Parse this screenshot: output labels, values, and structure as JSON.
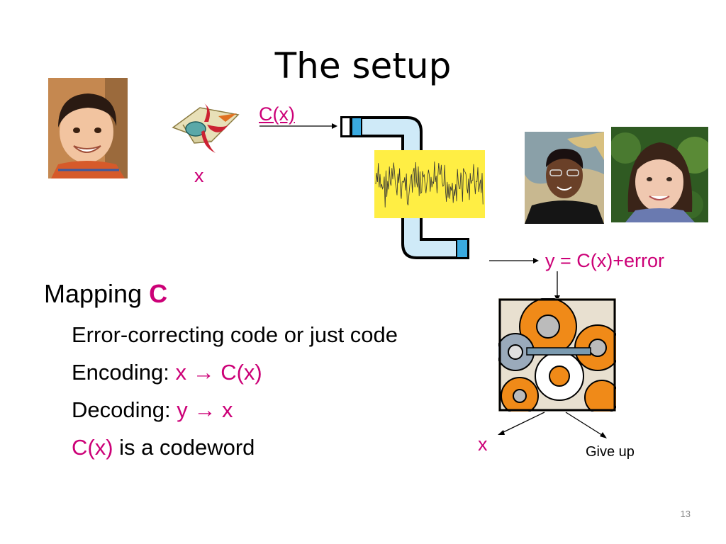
{
  "slide": {
    "title": "The setup",
    "page_number": "13"
  },
  "diagram": {
    "message_label": "x",
    "codeword_label": "C(x)",
    "received_label": "y = C(x)+error",
    "decode_output_label": "x",
    "give_up_label": "Give up"
  },
  "bullets": {
    "main_prefix": "Mapping ",
    "main_emph": "C",
    "items": [
      {
        "text": "Error-correcting code or just code",
        "emph": ""
      },
      {
        "prefix": "Encoding: ",
        "emph": "x → C(x)"
      },
      {
        "prefix": "Decoding: ",
        "emph": "y → x"
      },
      {
        "emph": "C(x)",
        "suffix": " is a codeword"
      }
    ]
  },
  "colors": {
    "accent": "#cc0077",
    "noise_bg": "#ffee44",
    "pipe": "#cfeaf8"
  }
}
